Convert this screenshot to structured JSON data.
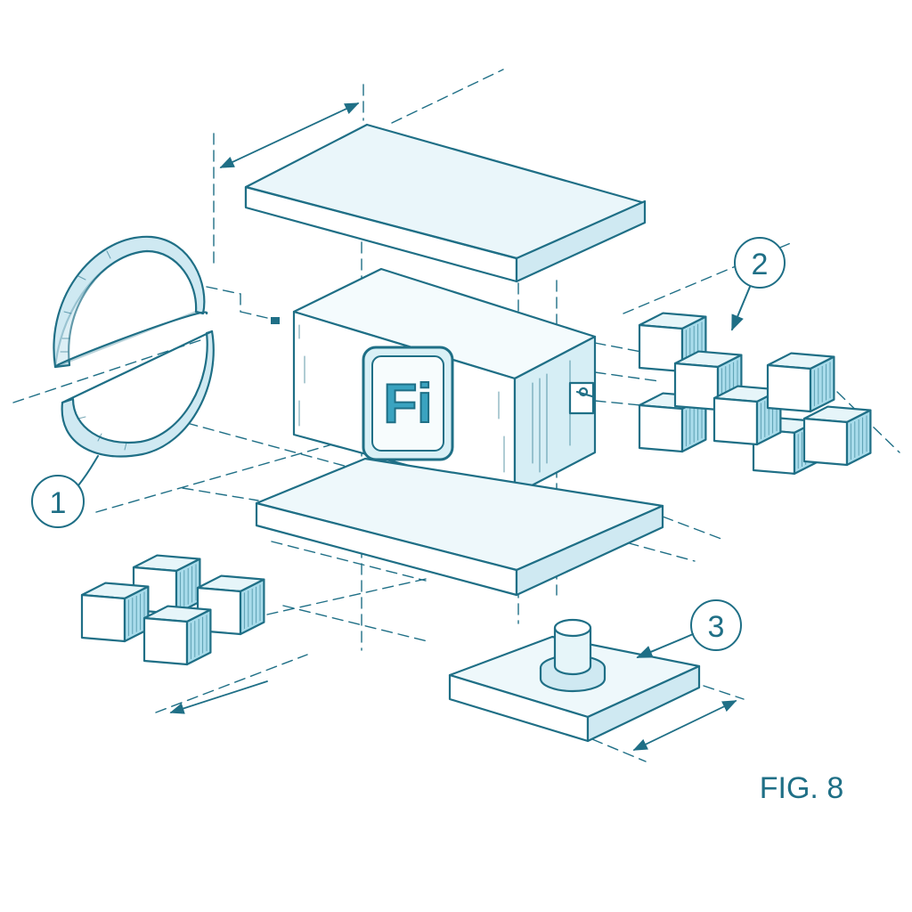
{
  "colors": {
    "ink": "#1f6f86",
    "fill_light": "#e6f5f9",
    "fill_shade": "#a9dceb",
    "background": "#ffffff"
  },
  "logo": {
    "text": "Fi",
    "icon": "fi-logo-icon"
  },
  "callouts": {
    "part_1": "1",
    "part_2": "2",
    "part_3": "3"
  },
  "figure_label": "FIG. 8"
}
